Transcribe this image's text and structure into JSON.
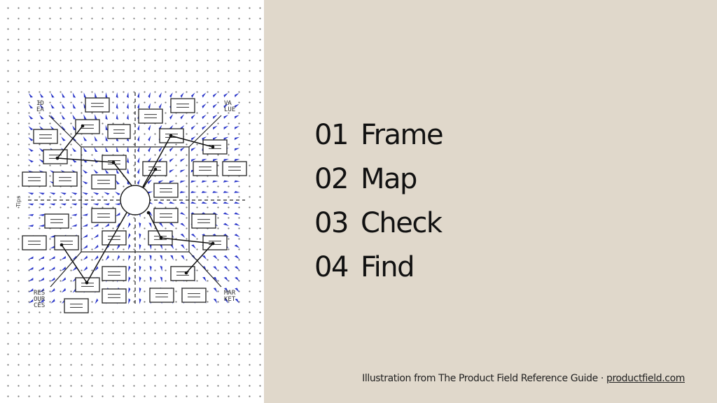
{
  "illustration": {
    "corner_labels": [
      "ID EA",
      "VA LUE",
      "RES OUR CES",
      "MAR KET"
    ],
    "side_tab": "Tips"
  },
  "steps": [
    {
      "number": "01",
      "label": "Frame"
    },
    {
      "number": "02",
      "label": "Map"
    },
    {
      "number": "03",
      "label": "Check"
    },
    {
      "number": "04",
      "label": "Find"
    }
  ],
  "caption": {
    "text": "Illustration from The Product Field Reference Guide · ",
    "link": "productfield.com"
  },
  "colors": {
    "panel": "#ffffff",
    "background": "#e0d8cb",
    "arrow_accent": "#2a36c9"
  }
}
